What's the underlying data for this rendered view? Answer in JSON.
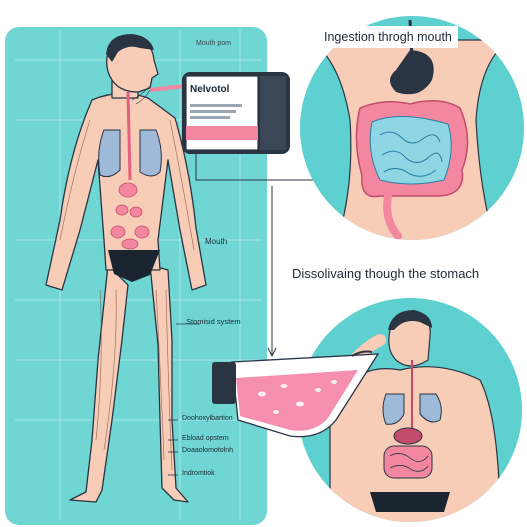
{
  "callouts": {
    "ingestion_title": "Ingestion throgh mouth",
    "dissolving_title": "Dissolivaing though the stomach"
  },
  "medicine": {
    "brand": "Nelvotol"
  },
  "body_labels": {
    "mouth_top": "Mouth pom",
    "mouth": "Mouth",
    "system": "Stomisid system",
    "label_1": "Doohoxylbartion",
    "label_2": "Ebload opstem",
    "label_3": "Doaaolomotolnh",
    "label_4": "Indromtiok"
  },
  "colors": {
    "panel_teal": "#6fd6d4",
    "circle_teal": "#5ed0cf",
    "skin": "#f7cdb8",
    "intestine_pink": "#f2879f",
    "dark_outline": "#2a3442"
  }
}
